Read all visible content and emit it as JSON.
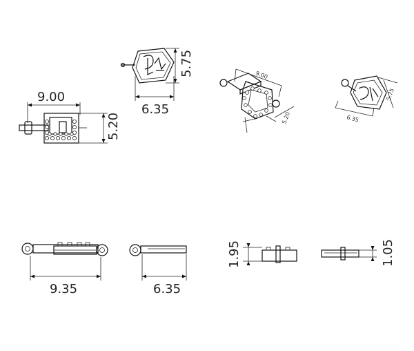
{
  "views": {
    "front": {
      "width_label": "9.00",
      "height_label": "5.20"
    },
    "hex_front": {
      "width_label": "6.35",
      "height_label": "5.75"
    },
    "iso_left": {
      "length_label": "9.00",
      "height_label": "5.20"
    },
    "iso_right": {
      "width_label": "6.35",
      "height_label": "5.75"
    },
    "side_long": {
      "width_label": "9.35"
    },
    "side_short": {
      "width_label": "6.35"
    },
    "end_left": {
      "height_label": "1.95"
    },
    "end_right": {
      "height_label": "1.05"
    }
  },
  "colors": {
    "line": "#111111",
    "background": "#ffffff"
  }
}
